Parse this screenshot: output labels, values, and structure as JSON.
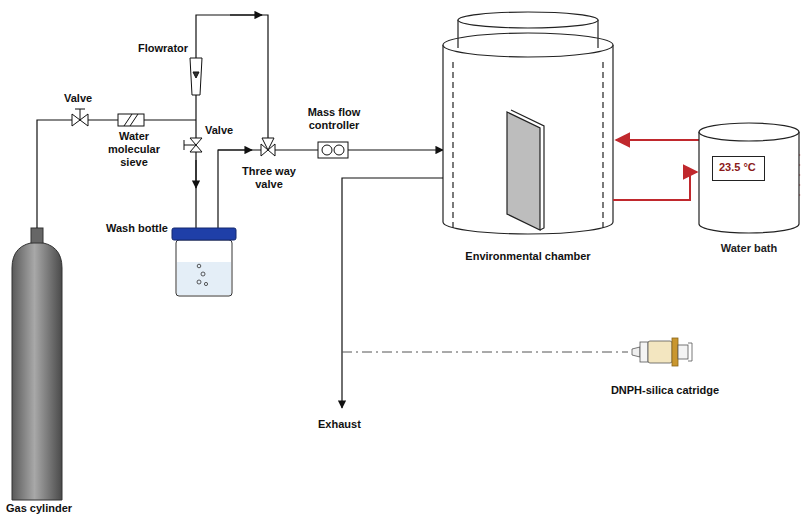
{
  "diagram": {
    "nodes": [
      {
        "text": [
          "Water bath"
        ]
      },
      {
        "text": [
          "23.5 °C"
        ],
        "in": 0
      }
    ],
    "labels": [
      "Flowrator",
      "Valve",
      "Water molecular sieve",
      "Valve",
      "Three way valve",
      "Mass flow controller",
      "Wash bottle",
      "Environmental chamber",
      "DNPH-silica catridge",
      "Exhaust",
      "Gas cylinder"
    ]
  }
}
